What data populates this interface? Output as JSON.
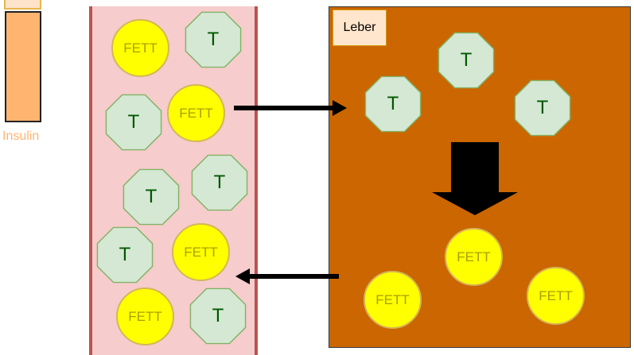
{
  "insulin": {
    "label": "Insulin"
  },
  "liver": {
    "label": "Leber"
  },
  "fat_label": "FETT",
  "glucose_label": "T",
  "colors": {
    "fat_fill": "#ffff00",
    "fat_stroke": "#d6b656",
    "glucose_fill": "#d5e8d4",
    "glucose_stroke": "#82b366",
    "liver_fill": "#cc6600",
    "vessel_fill": "#f6cccc",
    "vessel_border": "#b85450",
    "insulin_fill": "#ffb570"
  }
}
